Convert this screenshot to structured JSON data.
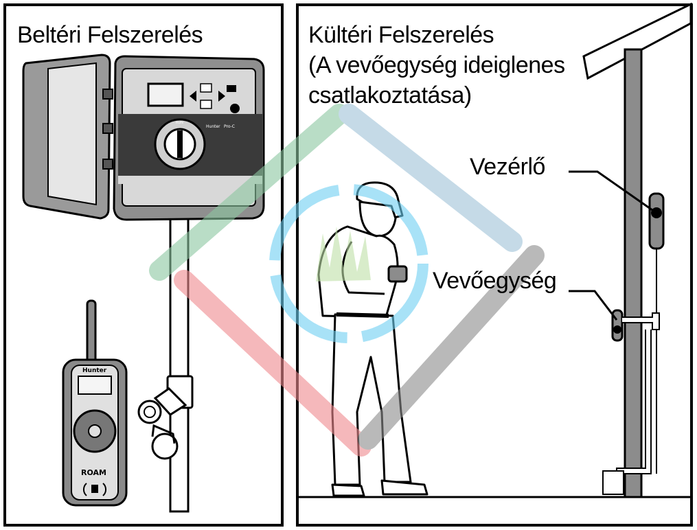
{
  "left_panel": {
    "title": "Beltéri Felszerelés",
    "controller": {
      "brand": "Hunter",
      "model": "Pro-C",
      "dial_label": "RUN"
    },
    "remote": {
      "brand": "Hunter",
      "model": "ROAM"
    }
  },
  "right_panel": {
    "title_lines": [
      "Kültéri Felszerelés",
      "(A vevőegység ideiglenes",
      "csatlakoztatása)"
    ],
    "labels": {
      "controller": "Vezérlő",
      "receiver": "Vevőegység"
    }
  },
  "watermark": {
    "colors": {
      "green": "#8cc7a1",
      "blue": "#9fc3d8",
      "red": "#f08a8f",
      "gray": "#8c8c8c",
      "ring": "#6fd0f2"
    }
  }
}
